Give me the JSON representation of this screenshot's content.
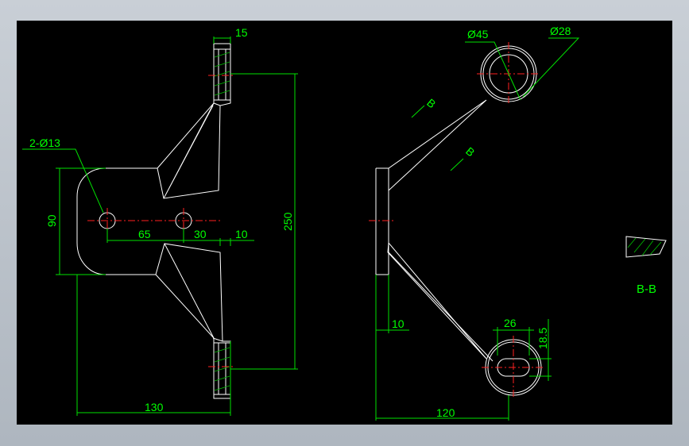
{
  "left_view": {
    "dim_top_width": "15",
    "dim_hole_note": "2-Ø13",
    "dim_height_90": "90",
    "dim_hole_spacing": "65",
    "dim_30": "30",
    "dim_10": "10",
    "dim_height_250": "250",
    "dim_width_130": "130"
  },
  "right_view": {
    "section_marker_1": "B",
    "section_marker_2": "B",
    "dim_outer_dia": "Ø45",
    "dim_inner_dia": "Ø28",
    "dim_slot_length": "26",
    "dim_slot_width": "18.5",
    "dim_base_10": "10",
    "dim_width_120": "120"
  },
  "section_view": {
    "label": "B-B"
  },
  "colors": {
    "background": "#000000",
    "outline": "#ffffff",
    "dimension": "#00ff00",
    "centerline": "#ff2020"
  }
}
